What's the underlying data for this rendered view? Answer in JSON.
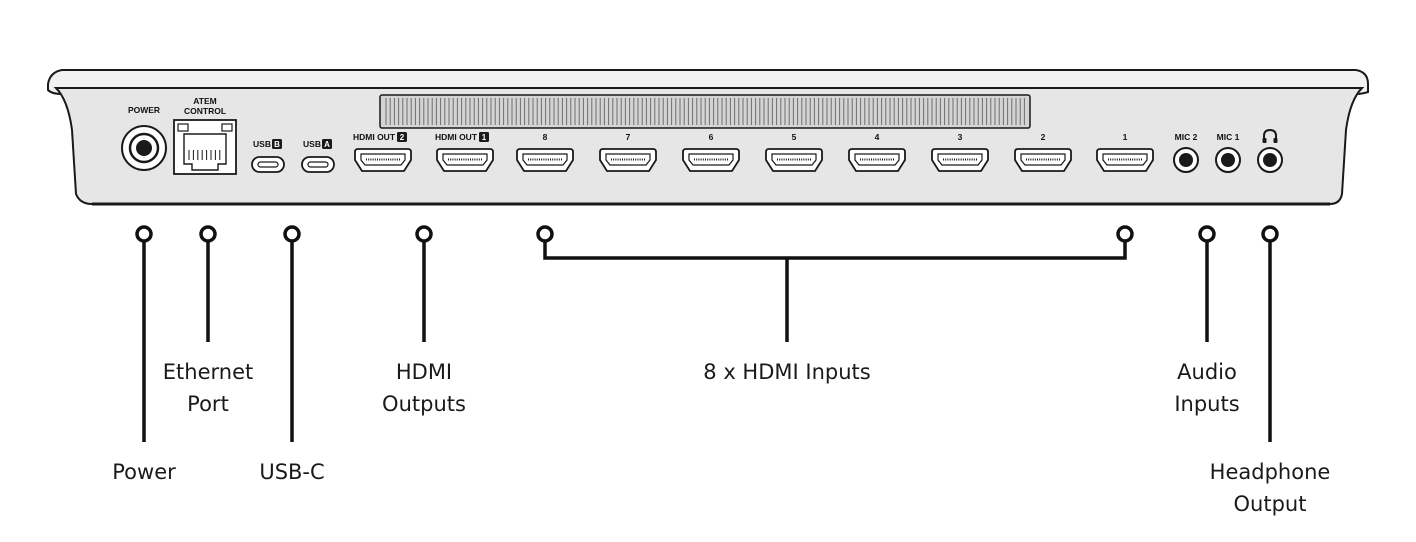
{
  "device": {
    "power_label": "POWER",
    "atem_label_line1": "ATEM",
    "atem_label_line2": "CONTROL",
    "usb_b_label": "USB",
    "usb_b_badge": "B",
    "usb_a_label": "USB",
    "usb_a_badge": "A",
    "hdmi_out_2_label": "HDMI OUT",
    "hdmi_out_2_badge": "2",
    "hdmi_out_1_label": "HDMI OUT",
    "hdmi_out_1_badge": "1",
    "hdmi_inputs": [
      "8",
      "7",
      "6",
      "5",
      "4",
      "3",
      "2",
      "1"
    ],
    "mic2_label": "MIC 2",
    "mic1_label": "MIC 1",
    "headphone_symbol": "headphone-icon"
  },
  "callouts": {
    "power": "Power",
    "ethernet": "Ethernet\nPort",
    "usbc": "USB-C",
    "hdmi_outputs": "HDMI\nOutputs",
    "hdmi_inputs": "8 x HDMI Inputs",
    "audio_inputs": "Audio\nInputs",
    "headphone": "Headphone\nOutput"
  },
  "colors": {
    "panel_fill": "#e7e7e7",
    "panel_stroke": "#1a1a1a",
    "line": "#111111"
  }
}
